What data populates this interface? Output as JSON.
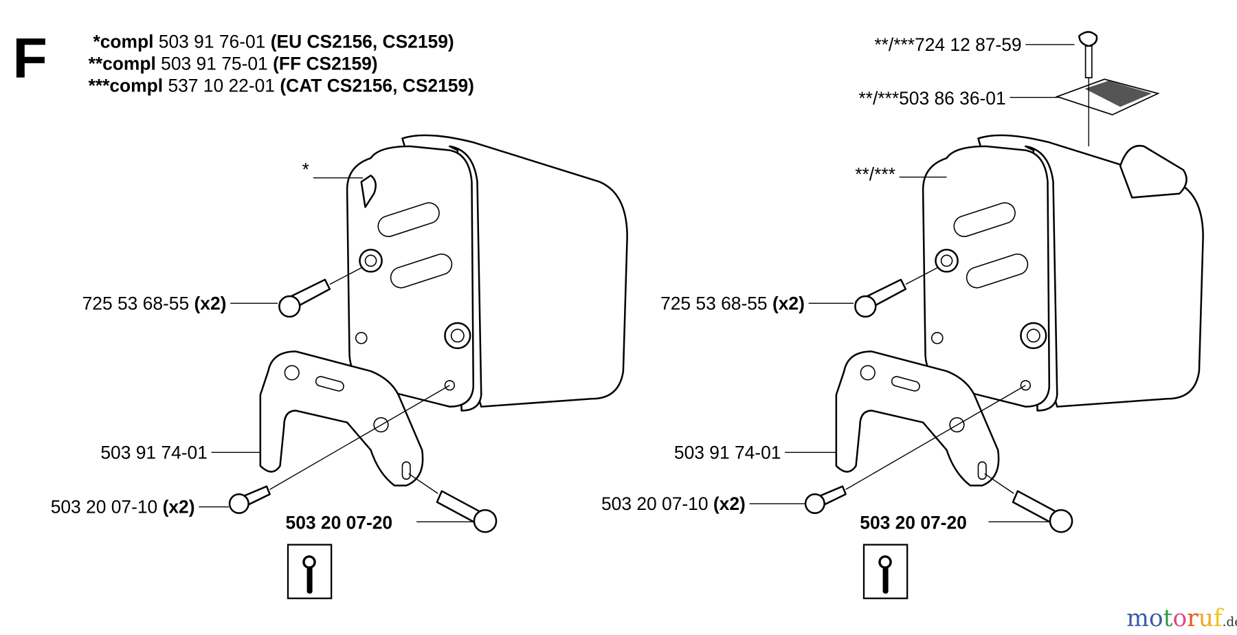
{
  "section_letter": "F",
  "header": [
    {
      "prefix": "*compl",
      "number": "503 91 76-01",
      "note": "(EU CS2156, CS2159)"
    },
    {
      "prefix": "**compl",
      "number": "503 91 75-01",
      "note": "(FF CS2159)"
    },
    {
      "prefix": "***compl",
      "number": "537 10 22-01",
      "note": "(CAT CS2156, CS2159)"
    }
  ],
  "left": {
    "muffler_label": "*",
    "screw": {
      "number": "725 53 68-55",
      "qty": "(x2)"
    },
    "bracket": "503 91 74-01",
    "bolt_small": {
      "number": "503 20 07-10",
      "qty": "(x2)"
    },
    "bolt_large": "503 20 07-20",
    "tool_icon": "wrench-icon"
  },
  "right": {
    "screw_top": "**/***724 12 87-59",
    "screen": "**/***503 86 36-01",
    "muffler_label": "**/***",
    "screw": {
      "number": "725 53 68-55",
      "qty": "(x2)"
    },
    "bracket": "503 91 74-01",
    "bolt_small": {
      "number": "503 20 07-10",
      "qty": "(x2)"
    },
    "bolt_large": "503 20 07-20",
    "tool_icon": "wrench-icon"
  },
  "watermark": {
    "letters": [
      "m",
      "o",
      "t",
      "o",
      "r",
      "u",
      "f"
    ],
    "suffix": ".de",
    "colors": [
      "#3b5ba8",
      "#3b5ba8",
      "#2e9a48",
      "#e2478b",
      "#e8571f",
      "#f2a81d",
      "#f2c31d"
    ]
  }
}
